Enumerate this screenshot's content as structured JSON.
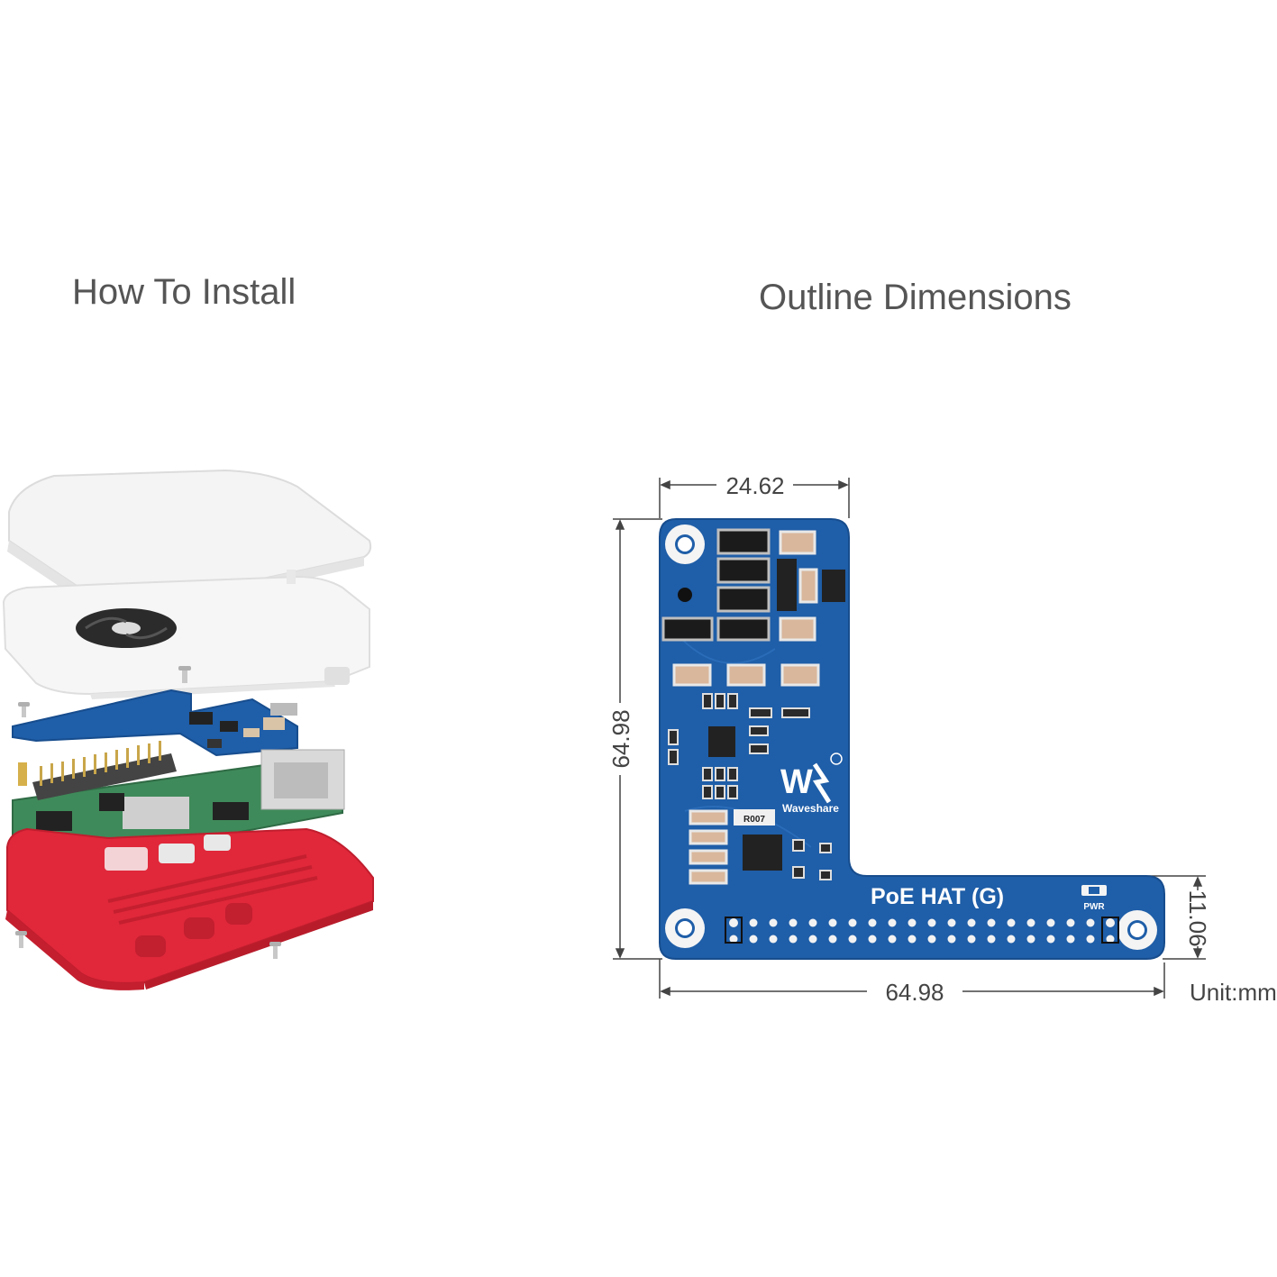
{
  "headings": {
    "install": "How To Install",
    "outline": "Outline Dimensions"
  },
  "dimensions": {
    "top_width": "24.62",
    "left_height": "64.98",
    "bottom_width": "64.98",
    "right_height": "11.06",
    "unit": "Unit:mm"
  },
  "board": {
    "name": "PoE HAT (G)",
    "brand": "Waveshare",
    "logo_mark": "W",
    "pwr_label": "PWR",
    "chip_label": "R007"
  },
  "colors": {
    "pcb_blue": "#1f5ea8",
    "pcb_dark": "#174d8e",
    "case_red": "#e0283a",
    "case_white": "#f2f2f2",
    "pcb_green": "#3f8a5a",
    "text_gray": "#555555"
  }
}
